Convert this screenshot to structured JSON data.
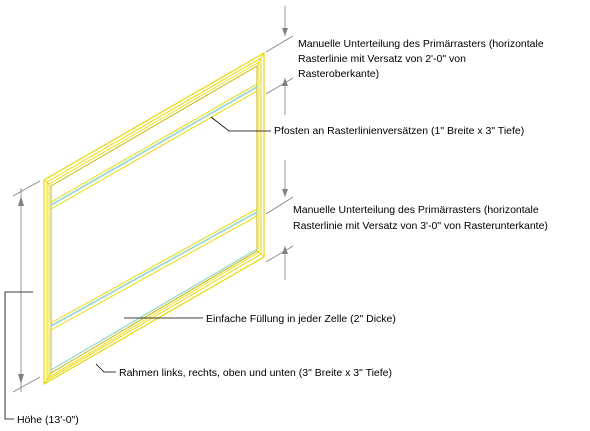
{
  "colors": {
    "frame": "#e8d800",
    "frame_inner": "#c9b800",
    "mullion": "#8fd8d0",
    "leader": "#000000",
    "dimension": "#808080",
    "background": "#ffffff"
  },
  "labels": {
    "manual_top": {
      "line1": "Manuelle Unterteilung des Primärrasters (horizontale",
      "line2": "Rasterlinie mit Versatz von 2'-0\" von",
      "line3": "Rasteroberkante)"
    },
    "mullions": "Pfosten an Rasterlinienversätzen (1\" Breite x 3\" Tiefe)",
    "manual_bottom": {
      "line1": "Manuelle Unterteilung des Primärrasters (horizontale",
      "line2": "Rasterlinie mit Versatz von 3'-0\" von Rasterunterkante)"
    },
    "infill": "Einfache Füllung in jeder Zelle (2\" Dicke)",
    "frame": "Rahmen links, rechts, oben und unten (3\" Breite x 3\" Tiefe)",
    "height": "Höhe (13'-0\")"
  }
}
